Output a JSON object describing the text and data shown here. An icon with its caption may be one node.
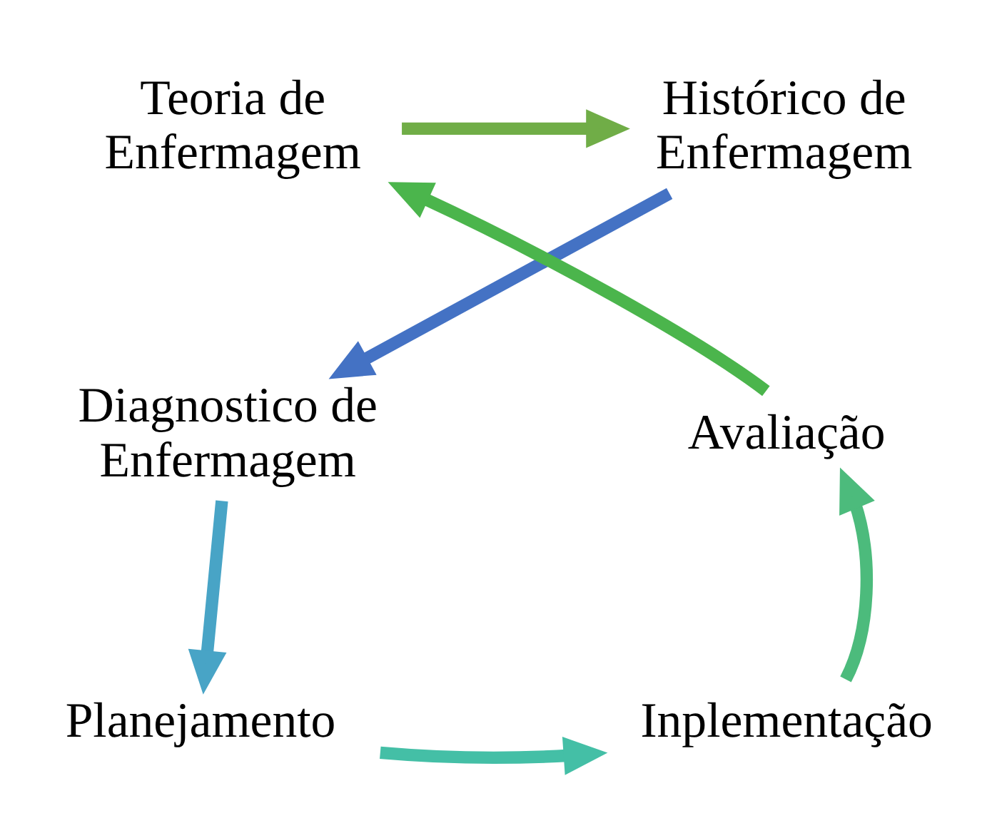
{
  "diagram": {
    "nodes": [
      {
        "text": [
          "Teoria de Enfermagem"
        ]
      },
      {
        "text": [
          "Histórico de Enfermagem"
        ]
      },
      {
        "text": [
          "Diagnostico de Enfermagem"
        ]
      },
      {
        "text": [
          "Planejamento"
        ]
      },
      {
        "text": [
          "Inplementação"
        ]
      },
      {
        "text": [
          "Avaliação"
        ]
      }
    ],
    "edges": [
      {
        "from": 0,
        "to": 1,
        "arrow": "to",
        "color": "#70ad47"
      },
      {
        "from": 1,
        "to": 2,
        "arrow": "to",
        "color": "#4472c4"
      },
      {
        "from": 2,
        "to": 3,
        "arrow": "to",
        "color": "#48a4c6"
      },
      {
        "from": 3,
        "to": 4,
        "arrow": "to",
        "color": "#44bfa6"
      },
      {
        "from": 4,
        "to": 5,
        "arrow": "to",
        "color": "#4cbb7c"
      },
      {
        "from": 5,
        "to": 0,
        "arrow": "to",
        "color": "#4bb54c"
      }
    ]
  }
}
